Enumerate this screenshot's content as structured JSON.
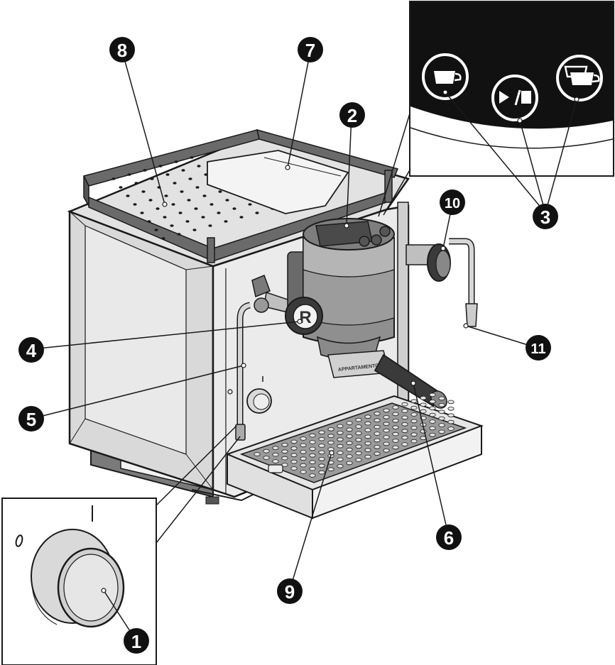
{
  "diagram": {
    "callouts": [
      {
        "id": "callout-1",
        "label": "1"
      },
      {
        "id": "callout-2",
        "label": "2"
      },
      {
        "id": "callout-3",
        "label": "3"
      },
      {
        "id": "callout-4",
        "label": "4"
      },
      {
        "id": "callout-5",
        "label": "5"
      },
      {
        "id": "callout-6",
        "label": "6"
      },
      {
        "id": "callout-7",
        "label": "7"
      },
      {
        "id": "callout-8",
        "label": "8"
      },
      {
        "id": "callout-9",
        "label": "9"
      },
      {
        "id": "callout-10",
        "label": "10"
      },
      {
        "id": "callout-11",
        "label": "11"
      }
    ],
    "control_panel": {
      "buttons": [
        {
          "name": "single-cup",
          "icon": "single-cup-icon"
        },
        {
          "name": "play-stop",
          "icon": "play-stop-icon",
          "label": "▶/■"
        },
        {
          "name": "double-cup",
          "icon": "double-cup-icon"
        }
      ]
    },
    "switch": {
      "on_mark": "I",
      "off_mark": "O"
    },
    "knob_logo": "R",
    "portafilter_text": "APPARTAMENTO",
    "colors": {
      "ink": "#1a1a1a",
      "panel": "#111111",
      "boiler": "#8c8c8c",
      "body": "#e8e8e8",
      "side": "#d5d5d5",
      "frame": "#6a6a6a"
    }
  }
}
